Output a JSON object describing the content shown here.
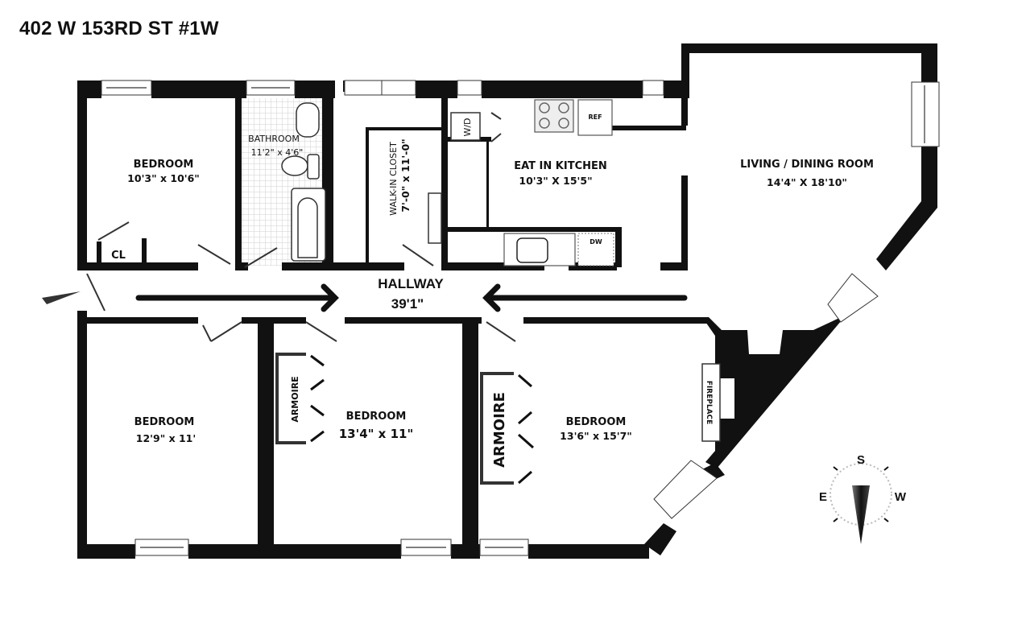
{
  "title": "402 W 153RD ST #1W",
  "rooms": {
    "bedroom_nw": {
      "name": "BEDROOM",
      "dims": "10'3\" x 10'6\""
    },
    "bathroom": {
      "name": "BATHROOM",
      "dims": "11'2\" x 4'6\""
    },
    "walkin_closet": {
      "name": "WALK-IN CLOSET",
      "dims": "7'-0\" x 11'-0\""
    },
    "kitchen": {
      "name": "EAT IN KITCHEN",
      "dims": "10'3\" X 15'5\""
    },
    "living": {
      "name": "LIVING / DINING ROOM",
      "dims": "14'4\" X 18'10\""
    },
    "hallway": {
      "name": "HALLWAY",
      "dims": "39'1\""
    },
    "bedroom_sw": {
      "name": "BEDROOM",
      "dims": "12'9\" x 11'"
    },
    "bedroom_s": {
      "name": "BEDROOM",
      "dims": "13'4\" x 11\""
    },
    "bedroom_se": {
      "name": "BEDROOM",
      "dims": "13'6\" x 15'7\""
    }
  },
  "fixtures": {
    "closet": "CL",
    "washer_dryer": "W/D",
    "refrigerator": "REF",
    "dishwasher": "DW",
    "armoire_1": "ARMOIRE",
    "armoire_2": "ARMOIRE",
    "fireplace": "FIREPLACE"
  },
  "compass": {
    "top": "S",
    "left": "E",
    "right": "W"
  },
  "colors": {
    "wall": "#111111",
    "background": "#ffffff",
    "tile": "#cfcfcf"
  }
}
